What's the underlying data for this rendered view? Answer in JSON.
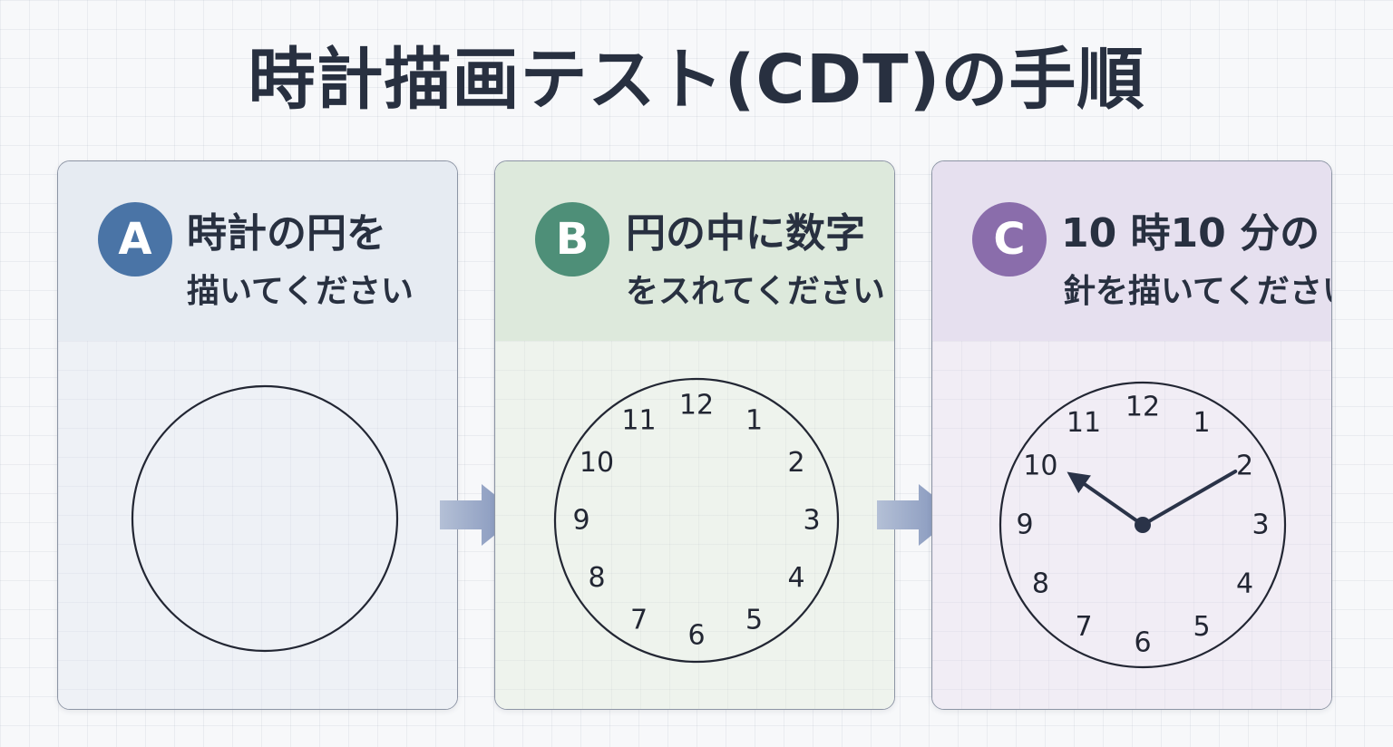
{
  "title": "時計描画テスト(CDT)の手順",
  "colors": {
    "badge_a": "#4a74a6",
    "badge_b": "#4e8f78",
    "badge_c": "#8a6dab",
    "arrow": "#8a9bbf",
    "text": "#283040"
  },
  "steps": [
    {
      "badge": "A",
      "line1": "時計の円を",
      "line2": "描いてください"
    },
    {
      "badge": "B",
      "line1": "円の中に数字",
      "line2": "をスれてください"
    },
    {
      "badge": "C",
      "line1": "10 時10 分の",
      "line2": "針を描いてください"
    }
  ],
  "clock_numbers": [
    "12",
    "1",
    "2",
    "3",
    "4",
    "5",
    "6",
    "7",
    "8",
    "9",
    "10",
    "11"
  ],
  "clock_hands": {
    "hour": 10,
    "minute": 10
  },
  "arrow_icon": "right-arrow-icon"
}
